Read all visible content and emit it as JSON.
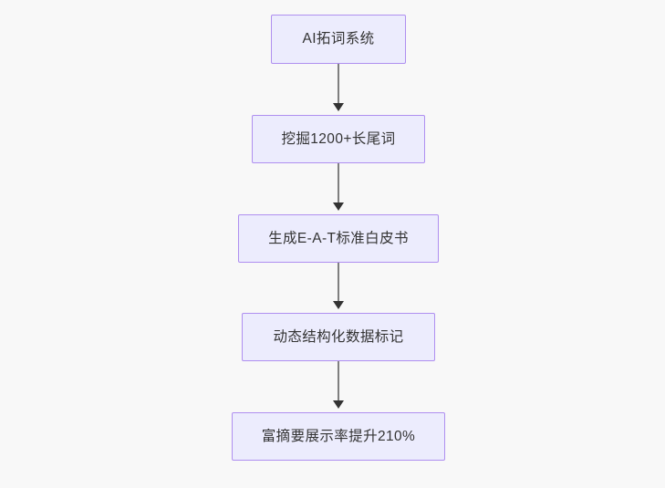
{
  "diagram": {
    "type": "flowchart",
    "direction": "top-to-bottom",
    "background_color": "#f8f8f8",
    "node_fill_color": "#ececfd",
    "node_border_color": "#af8ff0",
    "node_text_color": "#333333",
    "edge_color": "#7f7f7f",
    "arrowhead_color": "#333333",
    "nodes": [
      {
        "id": "n0",
        "label": "AI拓词系统"
      },
      {
        "id": "n1",
        "label": "挖掘1200+长尾词"
      },
      {
        "id": "n2",
        "label": "生成E-A-T标准白皮书"
      },
      {
        "id": "n3",
        "label": "动态结构化数据标记"
      },
      {
        "id": "n4",
        "label": "富摘要展示率提升210%"
      }
    ],
    "edges": [
      {
        "from": "n0",
        "to": "n1",
        "arrow": "arrow-down-icon"
      },
      {
        "from": "n1",
        "to": "n2",
        "arrow": "arrow-down-icon"
      },
      {
        "from": "n2",
        "to": "n3",
        "arrow": "arrow-down-icon"
      },
      {
        "from": "n3",
        "to": "n4",
        "arrow": "arrow-down-icon"
      }
    ]
  }
}
